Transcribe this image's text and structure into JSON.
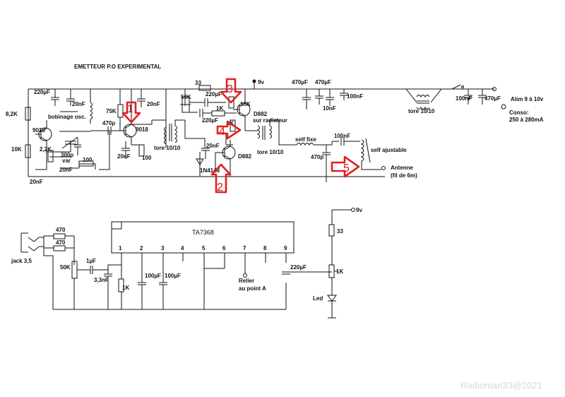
{
  "diagram": {
    "title": "EMETTEUR P.O EXPERIMENTAL",
    "watermark": "Radioman33@2021",
    "colors": {
      "wire": "#111111",
      "marker": "#e02020",
      "watermark": "#d8d8d8"
    }
  },
  "transmitter": {
    "supply_top": "9v",
    "power_input": "Alim 9 à 10v",
    "consumption_label": "Conso:",
    "consumption_value": "250 à 280mA",
    "antenna": "Antenne",
    "antenna_length": "(fil de 6m)",
    "components": {
      "c_220uF": "220µF",
      "c_20nF_a": "20nF",
      "r_8k2": "8,2K",
      "osc_coil": "bobinage osc.",
      "q1": "9018",
      "r_10k": "10K",
      "r_2k2": "2,2K",
      "c_300p": "300p",
      "c_var": "var",
      "c_20nF_b": "20nF",
      "r_100_a": "100",
      "c_20nF_c": "20nF",
      "r_75k": "75K",
      "c_470p_a": "470p",
      "q2": "9018",
      "c_20nF_d": "20nF",
      "c_20nF_e": "20nF",
      "r_100_b": "100",
      "tore_1": "tore 10/10",
      "r_33": "33",
      "pot_50k": "50K",
      "c_220uF_b": "220µF",
      "r_1k": "1K",
      "r_10k_b": "10K",
      "q3": "D882",
      "q3_note": "sur radiateur",
      "c_220uF_c": "220µF",
      "r_1k_b": "1K",
      "c_20nF_f": "20nF",
      "diode": "1N4148",
      "q4": "D882",
      "tore_2": "tore 10/10",
      "self_fixe": "self fixe",
      "c_470p_b": "470p",
      "c_100nF_a": "100nF",
      "self_adj": "self ajustable",
      "c_470uF_a": "470µF",
      "c_470uF_b": "470µF",
      "c_10nF": "10nF",
      "c_100nF_b": "100nF",
      "tore_3": "tore 10/10",
      "c_100nF_c": "100nF",
      "c_470uF_c": "470µF"
    },
    "markers": [
      "1",
      "3",
      "4",
      "2",
      "5"
    ]
  },
  "modulator": {
    "chip": "TA7368",
    "pins": [
      "1",
      "2",
      "3",
      "4",
      "5",
      "6",
      "7",
      "8",
      "9"
    ],
    "supply": "9v",
    "jack": "jack 3,5",
    "r_470_a": "470",
    "r_470_b": "470",
    "pot_50k": "50K",
    "c_1uF": "1µF",
    "c_3n3": "3,3nF",
    "r_1k": "1K",
    "c_100uF_a": "100µF",
    "c_100uF_b": "100µF",
    "link_line1": "Relier",
    "link_line2": "au point A",
    "c_220uF": "220µF",
    "r_33": "33",
    "r_1k_b": "1K",
    "led": "Led"
  }
}
